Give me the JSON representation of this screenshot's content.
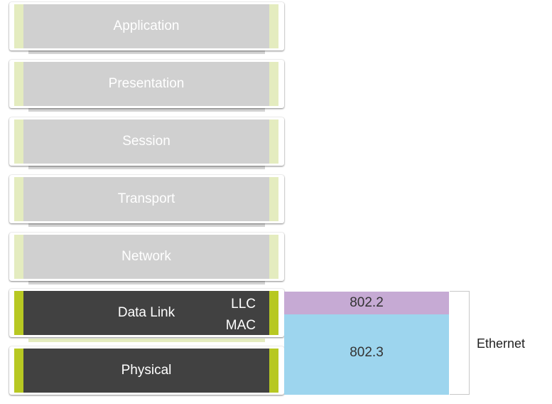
{
  "layers": [
    {
      "name": "Application"
    },
    {
      "name": "Presentation"
    },
    {
      "name": "Session"
    },
    {
      "name": "Transport"
    },
    {
      "name": "Network"
    },
    {
      "name": "Data Link",
      "sublayers": [
        "LLC",
        "MAC"
      ]
    },
    {
      "name": "Physical"
    }
  ],
  "standards": {
    "llc": "802.2",
    "mac_physical": "802.3",
    "group_label": "Ethernet"
  },
  "colors": {
    "upper_layer_fill": "#d0d0d0",
    "upper_layer_stripe": "#e4ecbf",
    "lower_layer_fill": "#414141",
    "lower_layer_stripe": "#b7c822",
    "llc_box": "#c6aad4",
    "mac_box": "#9dd5ee"
  }
}
